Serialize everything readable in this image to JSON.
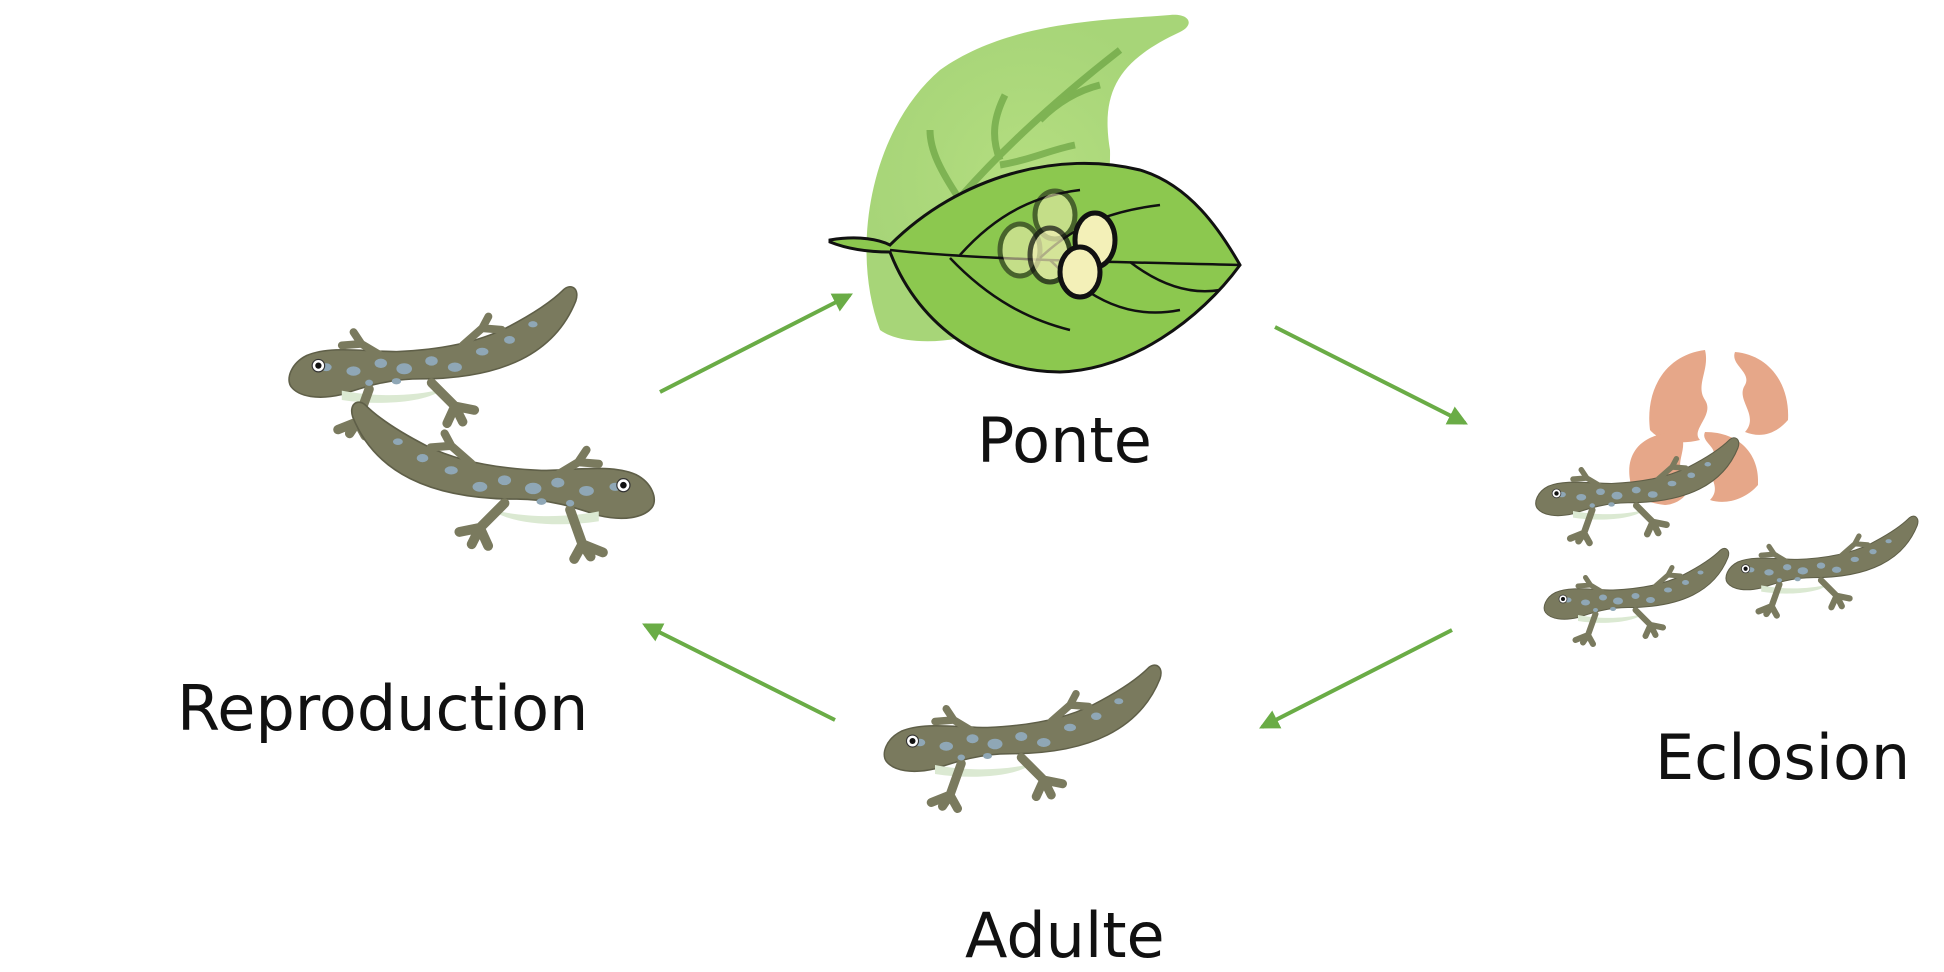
{
  "stages": {
    "ponte": "Ponte",
    "eclosion": "Eclosion",
    "adulte": "Adulte",
    "reproduction": "Reproduction"
  },
  "colors": {
    "arrow": "#6aac46",
    "gecko_body": "#7a7a5e",
    "gecko_spots": "#8fa7b6",
    "gecko_belly": "#dbe9d2",
    "leaf": "#8cc84f",
    "leaf_light": "#a9d86c",
    "egg": "#f3f0b8",
    "eggshell": "#e6a789"
  },
  "icons": [
    "gecko-icon",
    "leaf-icon",
    "egg-icon",
    "eggshell-icon",
    "arrow-icon"
  ]
}
